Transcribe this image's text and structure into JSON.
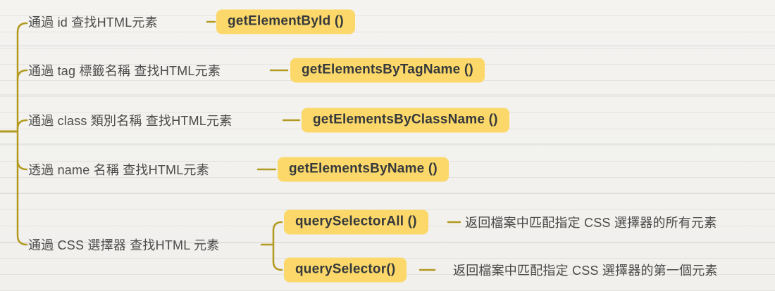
{
  "colors": {
    "background": "#f2f1ee",
    "node_bg": "#fbd869",
    "node_text": "#35393c",
    "label_text": "#4b4b4b",
    "connector": "#b2991f"
  },
  "branches": [
    {
      "label": "通過 id 查找HTML元素",
      "method": "getElementById ()"
    },
    {
      "label": "通過 tag 標籤名稱 查找HTML元素",
      "method": "getElementsByTagName ()"
    },
    {
      "label": "通過 class 類別名稱 查找HTML元素",
      "method": "getElementsByClassName ()"
    },
    {
      "label": "透過 name 名稱 查找HTML元素",
      "method": "getElementsByName ()"
    },
    {
      "label": "通過 CSS 選擇器 查找HTML 元素",
      "children": [
        {
          "method": "querySelectorAll ()",
          "description": "返回檔案中匹配指定 CSS 選擇器的所有元素"
        },
        {
          "method": "querySelector()",
          "description": "返回檔案中匹配指定 CSS 選擇器的第一個元素"
        }
      ]
    }
  ]
}
